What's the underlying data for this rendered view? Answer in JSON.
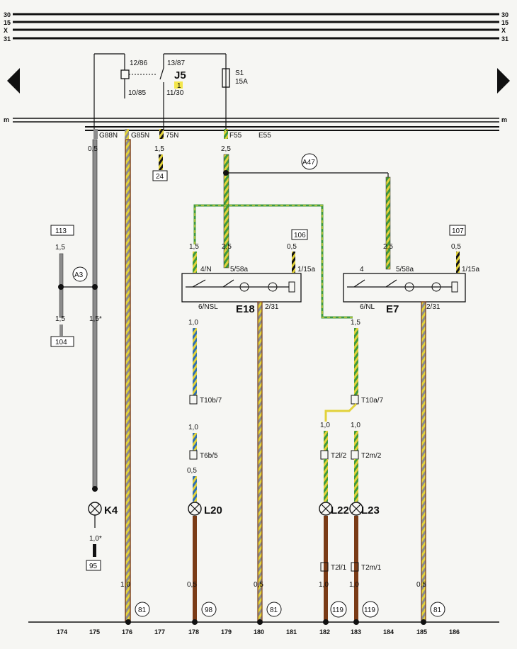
{
  "rails": {
    "top": [
      {
        "label": "30",
        "y": 20
      },
      {
        "label": "15",
        "y": 31
      },
      {
        "label": "X",
        "y": 42
      },
      {
        "label": "31",
        "y": 54
      }
    ],
    "m": "m"
  },
  "relay": {
    "name": "J5",
    "badge": "1",
    "pin_top_left": "12/86",
    "pin_top_right": "13/87",
    "pin_bottom_left": "10/85",
    "pin_bottom_right": "11/30"
  },
  "fuse": {
    "name": "S1",
    "rating": "15A"
  },
  "connectors": {
    "g88n": "G88N",
    "g85n": "G85N",
    "t75n": "75N",
    "f55": "F55",
    "e55": "E55",
    "a47": "A47",
    "a3": "A3"
  },
  "refs": {
    "r113": "113",
    "r104": "104",
    "r24": "24",
    "r106": "106",
    "r107": "107",
    "r95": "95"
  },
  "switch_e18": {
    "name": "E18",
    "pin1": "4/N",
    "pin2": "5/58a",
    "pin3": "1/15a",
    "pin4": "6/NSL",
    "pin5": "2/31"
  },
  "switch_e7": {
    "name": "E7",
    "pin1": "4",
    "pin2": "5/58a",
    "pin3": "1/15a",
    "pin4": "6/NL",
    "pin5": "2/31"
  },
  "plugs": {
    "t10b7": "T10b/7",
    "t6b5": "T6b/5",
    "t10a7": "T10a/7",
    "t2l2": "T2l/2",
    "t2m2": "T2m/2",
    "t2l1": "T2l/1",
    "t2m1": "T2m/1"
  },
  "lamps": {
    "k4": "K4",
    "l20": "L20",
    "l22": "L22",
    "l23": "L23"
  },
  "wire_sizes": {
    "w_175_top": "0,5",
    "w_178_top": "1,5",
    "w_179_top": "2,5",
    "w_113a": "1,5",
    "w_113b": "1,5",
    "w_175_mid": "1,5*",
    "w_178_a": "1,5",
    "w_179_a": "2,5",
    "w_180_a": "0,5",
    "w_183_a": "2,5",
    "w_185_a": "0,5",
    "w_178_b": "1,0",
    "w_183_b": "1,5",
    "w_178_c": "1,0",
    "w_178_d": "0,5",
    "w_182_c": "1,0",
    "w_183_c": "1,0",
    "w_175_low": "1,0*",
    "w_176_bot": "1,0",
    "w_178_bot": "0,5",
    "w_180_bot": "0,5",
    "w_182_bot": "1,0",
    "w_183_bot": "1,0",
    "w_185_bot": "0,5"
  },
  "ground_refs": {
    "g176": "81",
    "g178": "98",
    "g180": "81",
    "g182": "119",
    "g183": "119",
    "g185": "81"
  },
  "columns": [
    "174",
    "175",
    "176",
    "177",
    "178",
    "179",
    "180",
    "181",
    "182",
    "183",
    "184",
    "185",
    "186"
  ],
  "colors": {
    "brown": "#7a3b16",
    "green": "#3e9a3e",
    "yellow": "#e2d23a",
    "grey": "#8c8c8c",
    "black": "#111111",
    "red": "#c0392b",
    "blue": "#2f6fb5"
  }
}
